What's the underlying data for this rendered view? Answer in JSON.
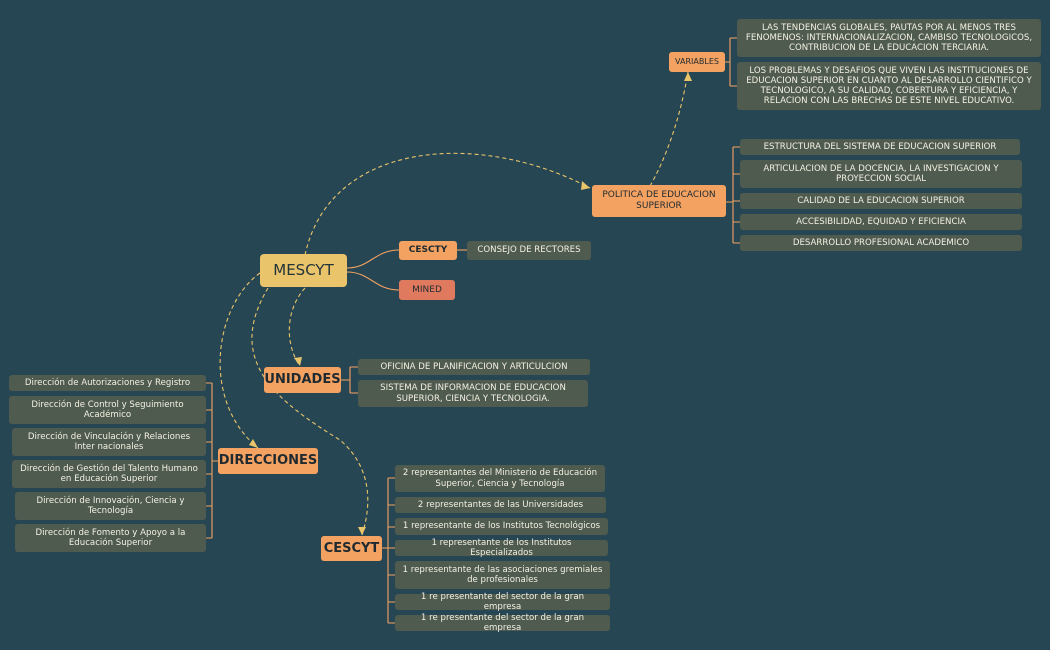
{
  "root": {
    "label": "MESCYT"
  },
  "cescty_small": {
    "label": "CESCTY",
    "child": "CONSEJO DE RECTORES"
  },
  "mined": {
    "label": "MINED"
  },
  "politica": {
    "label": "POLITICA DE EDUCACION SUPERIOR",
    "items": [
      "ESTRUCTURA DEL SISTEMA DE EDUCACION SUPERIOR",
      "ARTICULACION DE LA DOCENCIA, LA INVESTIGACION Y PROYECCION SOCIAL",
      "CALIDAD DE LA EDUCACION SUPERIOR",
      "ACCESIBILIDAD, EQUIDAD Y EFICIENCIA",
      "DESARROLLO PROFESIONAL ACADEMICO"
    ]
  },
  "variables": {
    "label": "VARIABLES",
    "items": [
      "LAS TENDENCIAS GLOBALES, PAUTAS POR AL MENOS TRES FENOMENOS: INTERNACIONALIZACION, CAMBISO TECNOLOGICOS, CONTRIBUCION DE LA EDUCACION TERCIARIA.",
      "LOS PROBLEMAS Y DESAFIOS QUE VIVEN LAS INSTITUCIONES DE EDUCACION SUPERIOR EN CUANTO AL DESARROLLO CIENTIFICO Y TECNOLOGICO, A SU CALIDAD, COBERTURA Y EFICIENCIA, Y RELACION CON LAS BRECHAS DE ESTE NIVEL EDUCATIVO."
    ]
  },
  "unidades": {
    "label": "UNIDADES",
    "items": [
      "OFICINA DE PLANIFICACION Y ARTICULCION",
      "SISTEMA DE INFORMACION DE EDUCACION SUPERIOR, CIENCIA Y TECNOLOGIA."
    ]
  },
  "direcciones": {
    "label": "DIRECCIONES",
    "items": [
      "Dirección de Autorizaciones y Registro",
      "Dirección de Control y Seguimiento Académico",
      "Dirección de Vinculación y Relaciones Inter nacionales",
      "Dirección de Gestión del Talento Humano en Educación Superior",
      "Dirección de Innovación, Ciencia y Tecnología",
      "Dirección de Fomento y Apoyo a la Educación Superior"
    ]
  },
  "cescyt": {
    "label": "CESCYT",
    "items": [
      "2 representantes del Ministerio de Educación Superior, Ciencia y Tecnología",
      "2 representantes de las Universidades",
      "1 representante de los Institutos Tecnológicos",
      "1 representante de los Institutos Especializados",
      "1 representante de las asociaciones gremiales de profesionales",
      "1 re presentante del sector de la gran empresa",
      "1 re presentante del sector de la gran empresa"
    ]
  },
  "colors": {
    "background": "#264653",
    "root": "#e9c46a",
    "topic": "#f4a261",
    "mined": "#e07a5f",
    "leaf": "#4f5b4e",
    "line": "#f4a261",
    "dashed": "#e9c46a"
  }
}
